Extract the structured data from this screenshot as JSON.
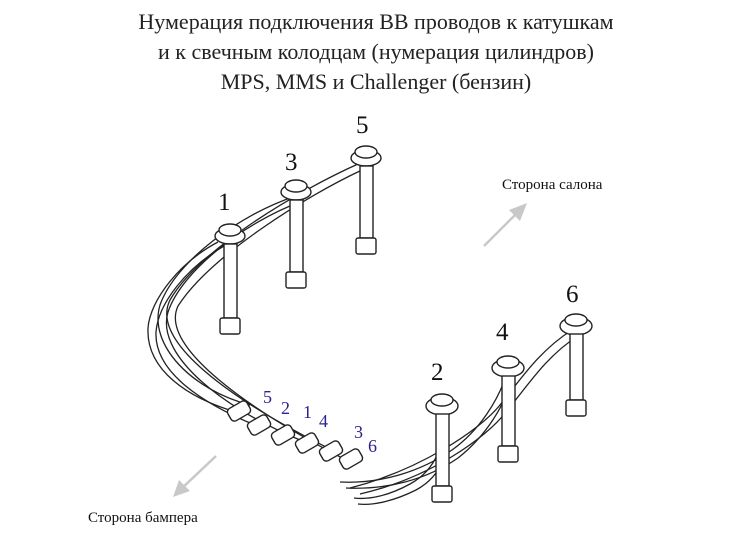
{
  "title": {
    "line1": "Нумерация подключения ВВ проводов к катушкам",
    "line2": "и к свечным колодцам (нумерация цилиндров)",
    "line3": "MPS, MMS и Challenger (бензин)"
  },
  "cylinder_labels": [
    "1",
    "3",
    "5",
    "2",
    "4",
    "6"
  ],
  "coil_labels": [
    "5",
    "2",
    "1",
    "4",
    "3",
    "6"
  ],
  "directions": {
    "cabin_side": "Сторона салона",
    "bumper_side": "Сторона бампера"
  },
  "colors": {
    "coil_number": "#2b2290",
    "line_art": "#222222",
    "arrow": "#c8c8c8"
  }
}
